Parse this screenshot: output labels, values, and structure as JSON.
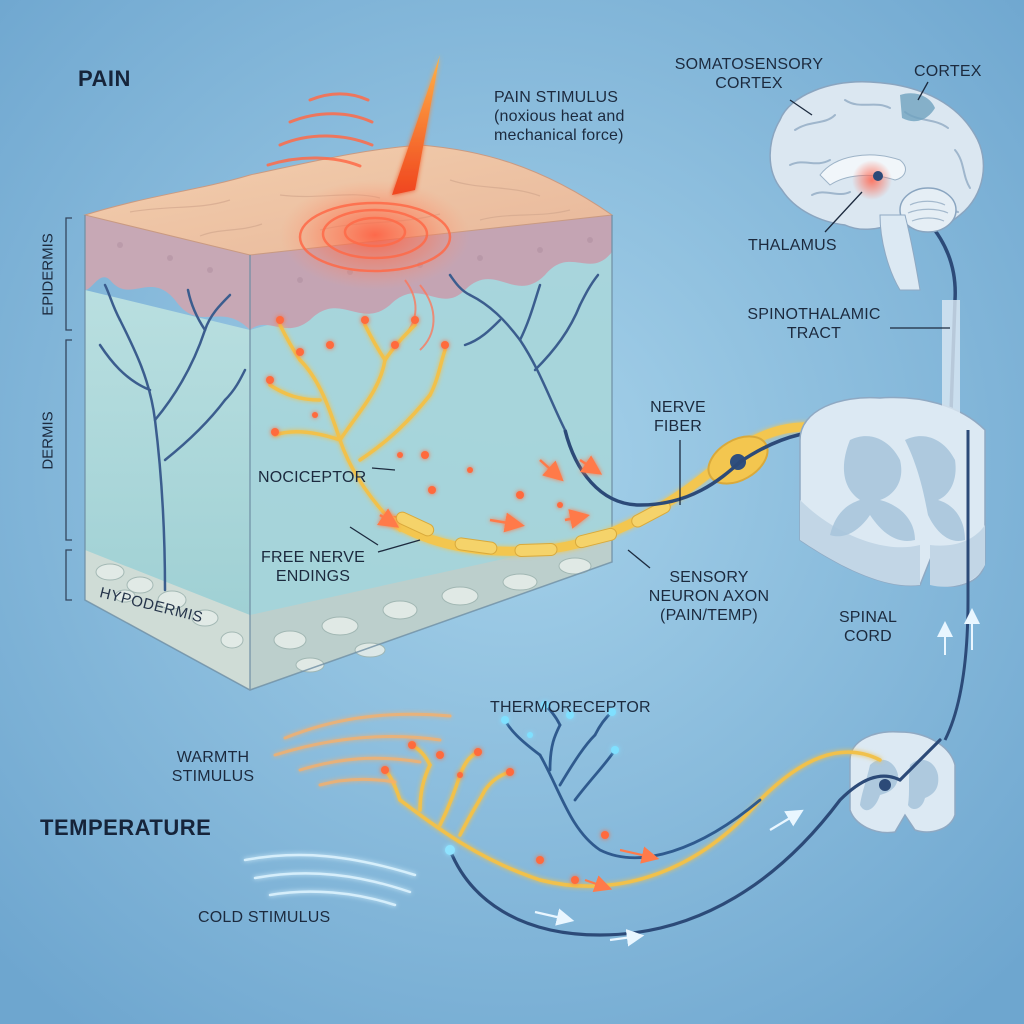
{
  "headings": {
    "pain": "PAIN",
    "temperature": "TEMPERATURE"
  },
  "labels": {
    "pain_stimulus": [
      "PAIN STIMULUS",
      "(noxious heat and",
      "mechanical force)"
    ],
    "somatosensory_cortex": [
      "SOMATOSENSORY",
      "CORTEX"
    ],
    "cortex": "CORTEX",
    "thalamus": "THALAMUS",
    "spinothalamic_tract": [
      "SPINOTHALAMIC",
      "TRACT"
    ],
    "nerve_fiber": [
      "NERVE",
      "FIBER"
    ],
    "nociceptor": "NOCICEPTOR",
    "free_nerve_endings": [
      "FREE NERVE",
      "ENDINGS"
    ],
    "sensory_neuron_axon": [
      "SENSORY",
      "NEURON AXON",
      "(PAIN/TEMP)"
    ],
    "spinal_cord": [
      "SPINAL",
      "CORD"
    ],
    "thermoreceptor": "THERMORECEPTOR",
    "warmth_stimulus": [
      "WARMTH",
      "STIMULUS"
    ],
    "cold_stimulus": "COLD STIMULUS",
    "epidermis": "EPIDERMIS",
    "dermis": "DERMIS",
    "hypodermis": "HYPODERMIS"
  },
  "colors": {
    "background": "#7fb4d6",
    "skin_top": "#f0c7a6",
    "epidermis": "#c9a9b5",
    "dermis": "#a9d6d8",
    "hypodermis": "#c8d8d2",
    "nerve_yellow": "#f3c64f",
    "nerve_blue": "#2f4f7e",
    "pain_orange": "#f26b3a",
    "brain": "#d9e7f1"
  }
}
